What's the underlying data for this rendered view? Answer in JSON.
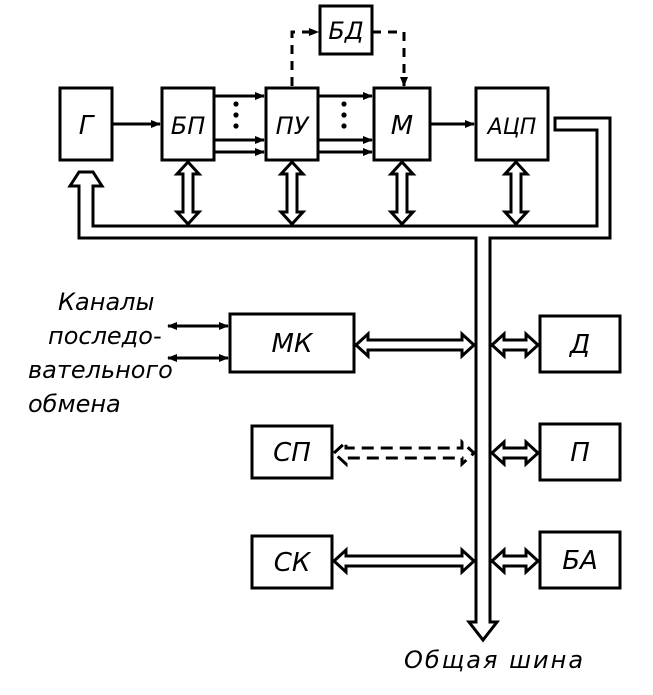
{
  "blocks": {
    "g": "Г",
    "bp": "БП",
    "pu": "ПУ",
    "bd": "БД",
    "m": "М",
    "acp": "АЦП",
    "mk": "МК",
    "sp": "СП",
    "sk": "СК",
    "d": "Д",
    "p": "П",
    "ba": "БА"
  },
  "labels": {
    "channels_line1": "Каналы",
    "channels_line2": "последо-",
    "channels_line3": "вательного",
    "channels_line4": "обмена",
    "common_bus": "Общая шина"
  }
}
